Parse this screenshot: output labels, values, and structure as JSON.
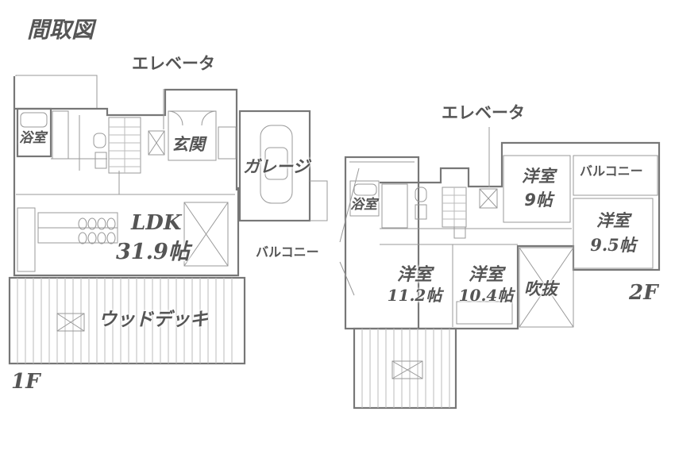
{
  "title": "間取図",
  "floor1": {
    "label": "1F",
    "rooms": {
      "bath": "浴室",
      "entrance": "玄関",
      "garage": "ガレージ",
      "ldk_name": "LDK",
      "ldk_size": "31.9帖",
      "deck": "ウッドデッキ"
    },
    "elevator": "エレベータ"
  },
  "floor2": {
    "label": "2F",
    "rooms": {
      "bath": "浴室",
      "room_a_name": "洋室",
      "room_a_size": "9帖",
      "balcony_east": "バルコニー",
      "room_b_name": "洋室",
      "room_b_size": "9.5帖",
      "room_c_name": "洋室",
      "room_c_size": "11.2帖",
      "room_d_name": "洋室",
      "room_d_size": "10.4帖",
      "void": "吹抜",
      "balcony_west": "バルコニー"
    },
    "elevator": "エレベータ"
  },
  "colors": {
    "ink": "#555555",
    "wall": "#777777",
    "line": "#999999"
  }
}
